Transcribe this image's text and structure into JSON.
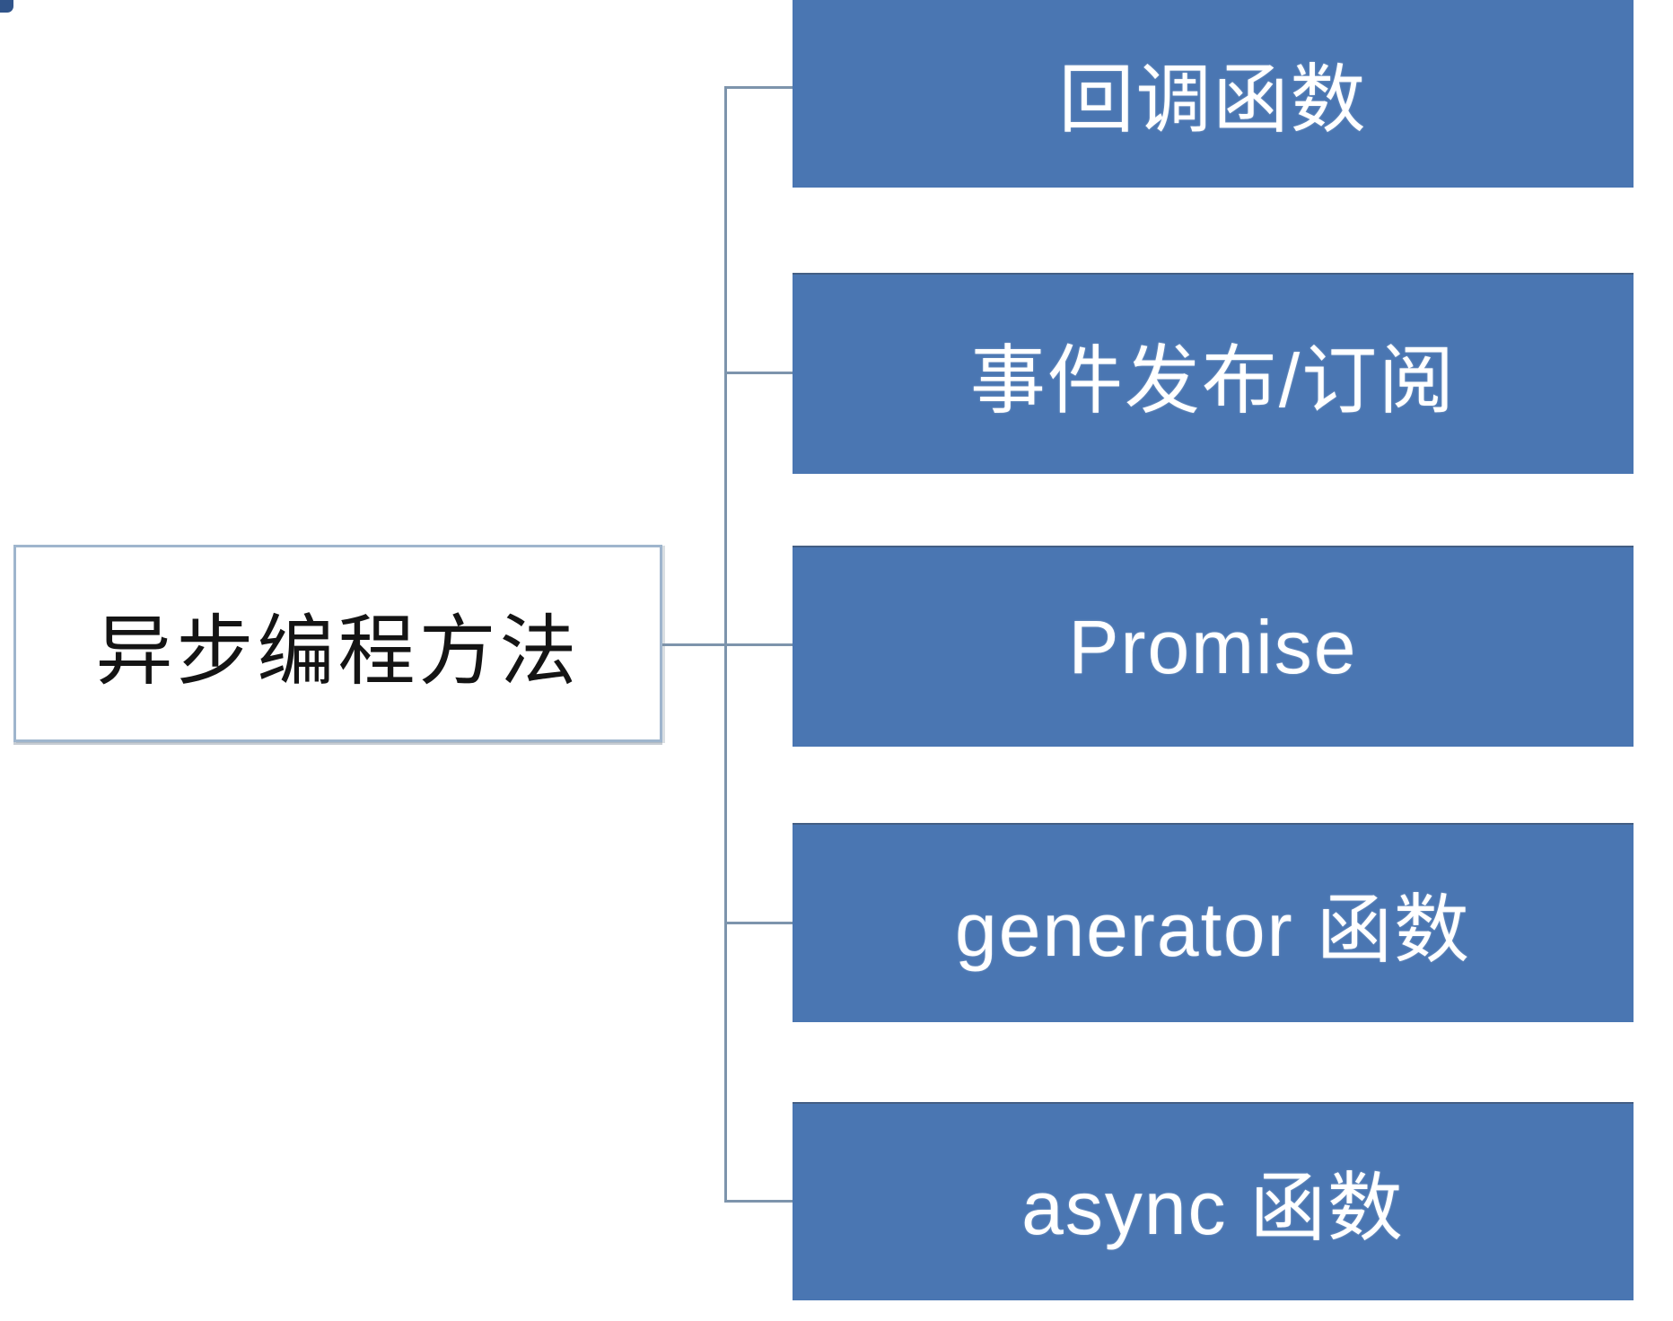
{
  "diagram": {
    "root": {
      "label": "异步编程方法"
    },
    "branches": [
      {
        "label": "回调函数"
      },
      {
        "label": "事件发布/订阅"
      },
      {
        "label": "Promise"
      },
      {
        "label": "generator 函数"
      },
      {
        "label": "async 函数"
      }
    ]
  },
  "colors": {
    "branch_fill": "#4a76b2",
    "branch_text": "#ffffff",
    "root_fill": "#ffffff",
    "root_border": "#9fb5cd",
    "root_text": "#141414",
    "connector": "#7d94ac",
    "corner_mark": "#30548a"
  }
}
